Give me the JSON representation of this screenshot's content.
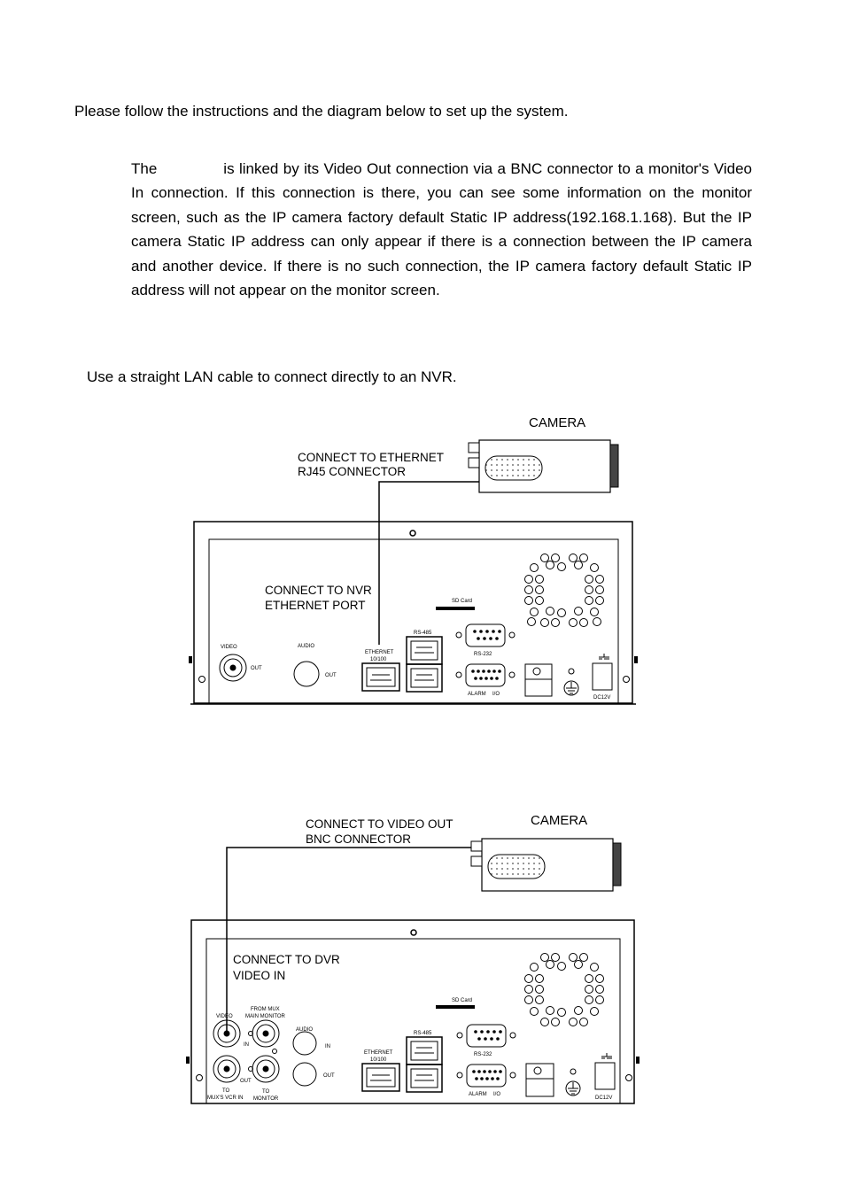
{
  "intro": "Please follow the instructions and the diagram below to set up the system.",
  "paragraph": {
    "part1": "The",
    "part2": "is linked by its Video Out connection via a BNC connector to a monitor's Video In connection. If this connection is there, you can see some information on the monitor screen, such as the IP camera factory default Static IP address(192.168.1.168). But the IP camera Static IP address can only appear if there is a connection between the IP camera and another device. If there is no such connection, the IP camera factory default Static IP address will not appear on the monitor screen."
  },
  "lan_instruction": "Use a straight LAN cable to connect directly to an NVR.",
  "diagram1": {
    "camera": "CAMERA",
    "callout_top_1": "CONNECT TO ETHERNET",
    "callout_top_2": "RJ45 CONNECTOR",
    "callout_nvr_1": "CONNECT TO NVR",
    "callout_nvr_2": "ETHERNET PORT",
    "sd_card": "SD Card",
    "rs485": "RS-485",
    "rs232": "RS-232",
    "video": "VIDEO",
    "out": "OUT",
    "audio": "AUDIO",
    "audio_out": "OUT",
    "ethernet_1": "ETHERNET",
    "ethernet_2": "10/100",
    "alarm": "ALARM",
    "io": "I/O",
    "dc": "DC12V"
  },
  "diagram2": {
    "camera": "CAMERA",
    "callout_top_1": "CONNECT TO VIDEO OUT",
    "callout_top_2": "BNC CONNECTOR",
    "callout_dvr_1": "CONNECT TO DVR",
    "callout_dvr_2": "VIDEO IN",
    "sd_card": "SD Card",
    "rs485": "RS-485",
    "rs232": "RS-232",
    "video": "VIDEO",
    "from_mux_1": "FROM MUX",
    "from_mux_2": "MAIN MONITOR",
    "in": "IN",
    "out": "OUT",
    "to_vcr_1": "TO",
    "to_vcr_2": "MUX'S VCR IN",
    "to_mon_1": "TO",
    "to_mon_2": "MONITOR",
    "audio": "AUDIO",
    "audio_in": "IN",
    "audio_out": "OUT",
    "ethernet_1": "ETHERNET",
    "ethernet_2": "10/100",
    "alarm": "ALARM",
    "io": "I/O",
    "dc": "DC12V"
  }
}
